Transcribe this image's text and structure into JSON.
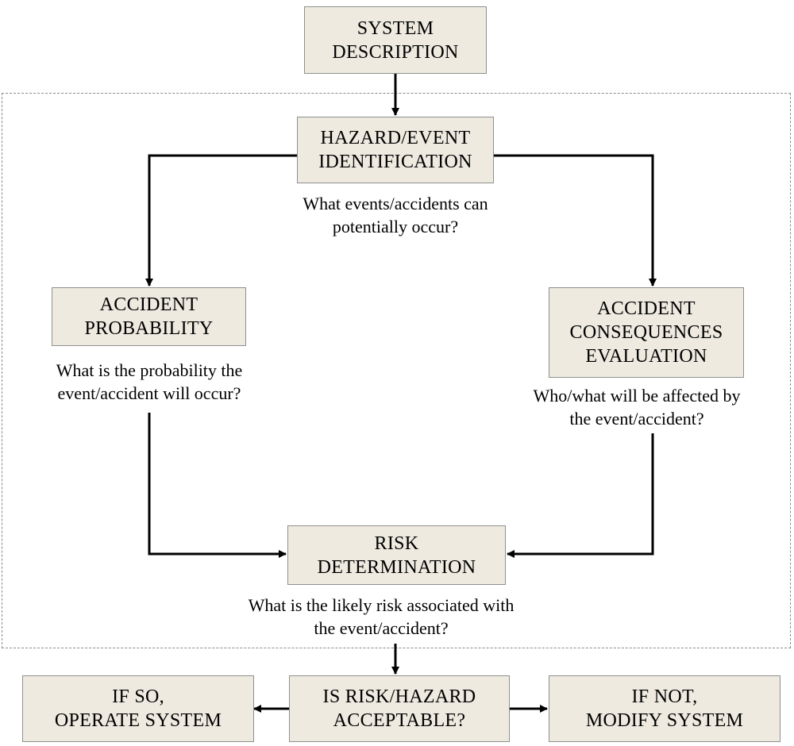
{
  "nodes": {
    "system_description": [
      "SYSTEM",
      "DESCRIPTION"
    ],
    "hazard_identification": [
      "HAZARD/EVENT",
      "IDENTIFICATION"
    ],
    "accident_probability": [
      "ACCIDENT",
      "PROBABILITY"
    ],
    "accident_consequences": [
      "ACCIDENT",
      "CONSEQUENCES",
      "EVALUATION"
    ],
    "risk_determination": [
      "RISK",
      "DETERMINATION"
    ],
    "risk_acceptable": [
      "IS RISK/HAZARD",
      "ACCEPTABLE?"
    ],
    "operate_system": [
      "IF SO,",
      "OPERATE SYSTEM"
    ],
    "modify_system": [
      "IF NOT,",
      "MODIFY SYSTEM"
    ]
  },
  "questions": {
    "hazard": [
      "What events/accidents can",
      "potentially occur?"
    ],
    "probability": [
      "What is the probability the",
      "event/accident will occur?"
    ],
    "consequences": [
      "Who/what will be affected by",
      "the event/accident?"
    ],
    "risk": [
      "What is the likely risk associated with",
      "the event/accident?"
    ]
  },
  "style": {
    "box_fill": "#eeeae0",
    "box_border": "#8f8f8f",
    "arrow_color": "#000000"
  }
}
